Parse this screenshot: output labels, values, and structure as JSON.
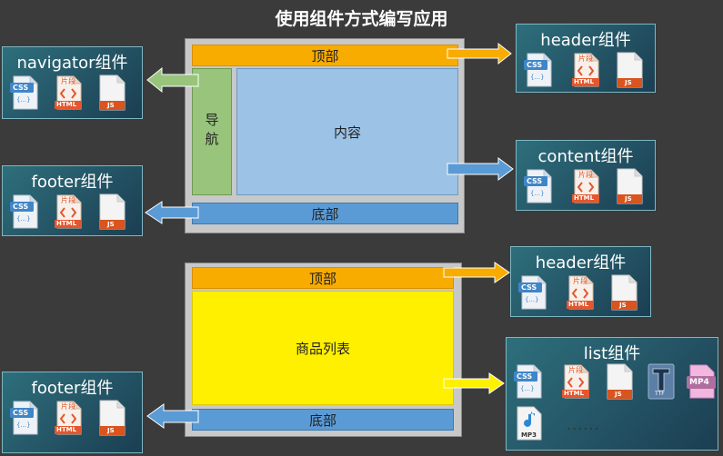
{
  "title": "使用组件方式编写应用",
  "page1": {
    "header": "顶部",
    "nav": "导航",
    "content": "内容",
    "footer": "底部"
  },
  "page2": {
    "header": "顶部",
    "list": "商品列表",
    "footer": "底部"
  },
  "cards": {
    "navigator": "navigator组件",
    "header1": "header组件",
    "content": "content组件",
    "footer1": "footer组件",
    "header2": "header组件",
    "list": "list组件",
    "footer2": "footer组件"
  },
  "icons": {
    "css_label": "CSS",
    "css_sub": "{...}",
    "html_top": "片段",
    "html_label": "HTML",
    "js_label": "JS",
    "ttf_label": "TTF",
    "mp4_label": "MP4",
    "mp3_label": "MP3",
    "more": "......"
  },
  "colors": {
    "background": "#3b3b3b",
    "orange": "#f8ac00",
    "green": "#98c47c",
    "light_blue": "#9cc2e6",
    "blue": "#5b9bd5",
    "yellow": "#fff000"
  }
}
